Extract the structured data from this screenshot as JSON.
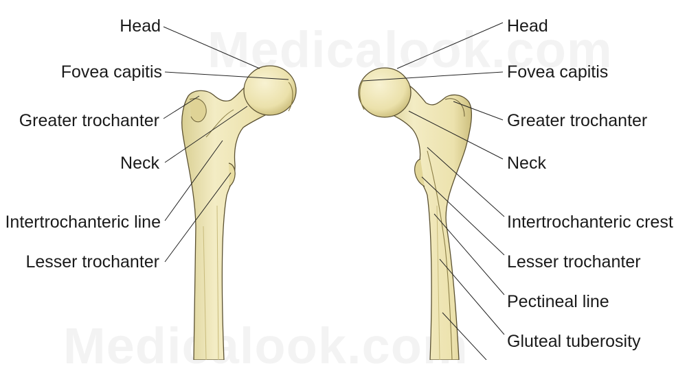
{
  "watermark": "Medicalook.com",
  "left_labels": [
    "Head",
    "Fovea capitis",
    "Greater trochanter",
    "Neck",
    "Intertrochanteric line",
    "Lesser trochanter"
  ],
  "right_labels": [
    "Head",
    "Fovea capitis",
    "Greater trochanter",
    "Neck",
    "Intertrochanteric crest",
    "Lesser trochanter",
    "Pectineal line",
    "Gluteal tuberosity"
  ],
  "colors": {
    "bone": "#efe6b4",
    "bone_shade": "#d7cc8e",
    "outline": "#4a4228",
    "leader": "#222222"
  }
}
